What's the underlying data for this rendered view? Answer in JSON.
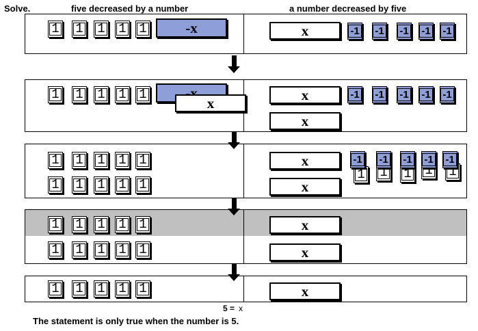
{
  "header": {
    "solve_label": "Solve.",
    "left_title": "five decreased by a number",
    "right_title": "a number decreased by five"
  },
  "tiles": {
    "positive_label": "1",
    "negative_label": "-1",
    "variable_label": "x",
    "negative_variable_label": "-x",
    "positive_color": "#ffffff",
    "negative_color": "#8e9fd8"
  },
  "highlight_color": "#c0c0c0",
  "result": {
    "lhs": "5 =",
    "rhs": "x"
  },
  "conclusion": "The statement is only true when the number is 5."
}
